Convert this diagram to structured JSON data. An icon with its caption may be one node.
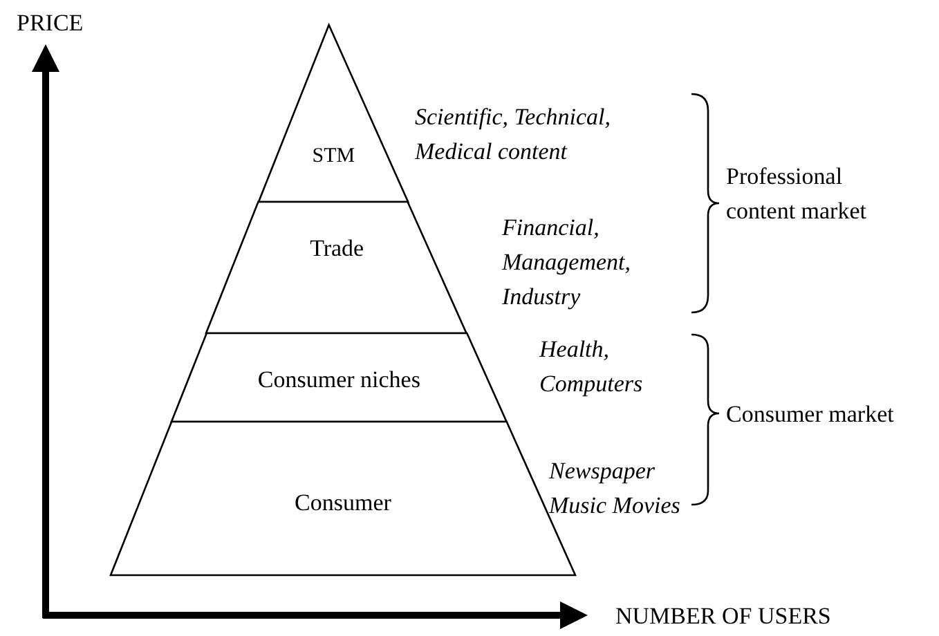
{
  "diagram": {
    "nodes": [
      {
        "text": [
          "STM"
        ],
        "beside": [
          "Scientific, Technical, Medical content"
        ]
      },
      {
        "text": [
          "Trade"
        ],
        "beside": [
          "Financial, Management, Industry"
        ]
      },
      {
        "text": [
          "Consumer niches"
        ],
        "beside": [
          "Health, Computers"
        ]
      },
      {
        "text": [
          "Consumer"
        ],
        "beside": [
          "Newspaper Music Movies"
        ]
      }
    ],
    "labels": [
      "PRICE",
      "NUMBER OF USERS",
      "Professional content market",
      "Consumer market"
    ]
  }
}
